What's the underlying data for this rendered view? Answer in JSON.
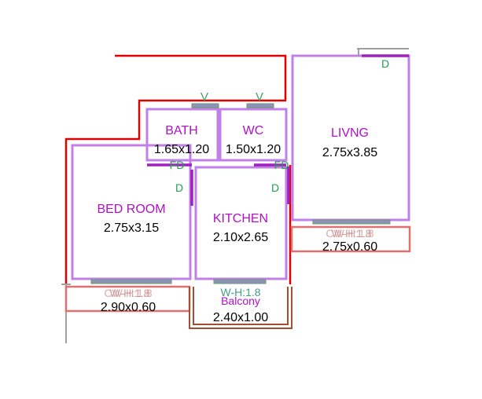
{
  "colors": {
    "outer_wall": "#e00000",
    "room_wall": "#c080e8",
    "partition": "#a020c0",
    "window": "#60a060",
    "window_fill": "#9090c0",
    "door": "#20a050",
    "balcony_wall": "#a05030",
    "cw_wall": "#e07070",
    "room_label": "#b010c8",
    "dim_label": "#000000",
    "grey_line": "#a0a0a0"
  },
  "rooms": {
    "bath": {
      "name": "BATH",
      "size": "1.65x1.20"
    },
    "wc": {
      "name": "WC",
      "size": "1.50x1.20"
    },
    "living": {
      "name": "LIVNG",
      "size": "2.75x3.85"
    },
    "bedroom": {
      "name": "BED ROOM",
      "size": "2.75x3.15"
    },
    "kitchen": {
      "name": "KITCHEN",
      "size": "2.10x2.65"
    },
    "cw_right": {
      "size": "2.75x0.60"
    },
    "cw_left": {
      "size": "2.90x0.60"
    },
    "balcony": {
      "name": "Balcony",
      "size": "2.40x1.00"
    }
  },
  "markers": {
    "ventilator": "V",
    "door": "D",
    "french_door": "FD",
    "window_head": "W-H:1.8",
    "cw_overlap": "CW-H:1.8"
  }
}
